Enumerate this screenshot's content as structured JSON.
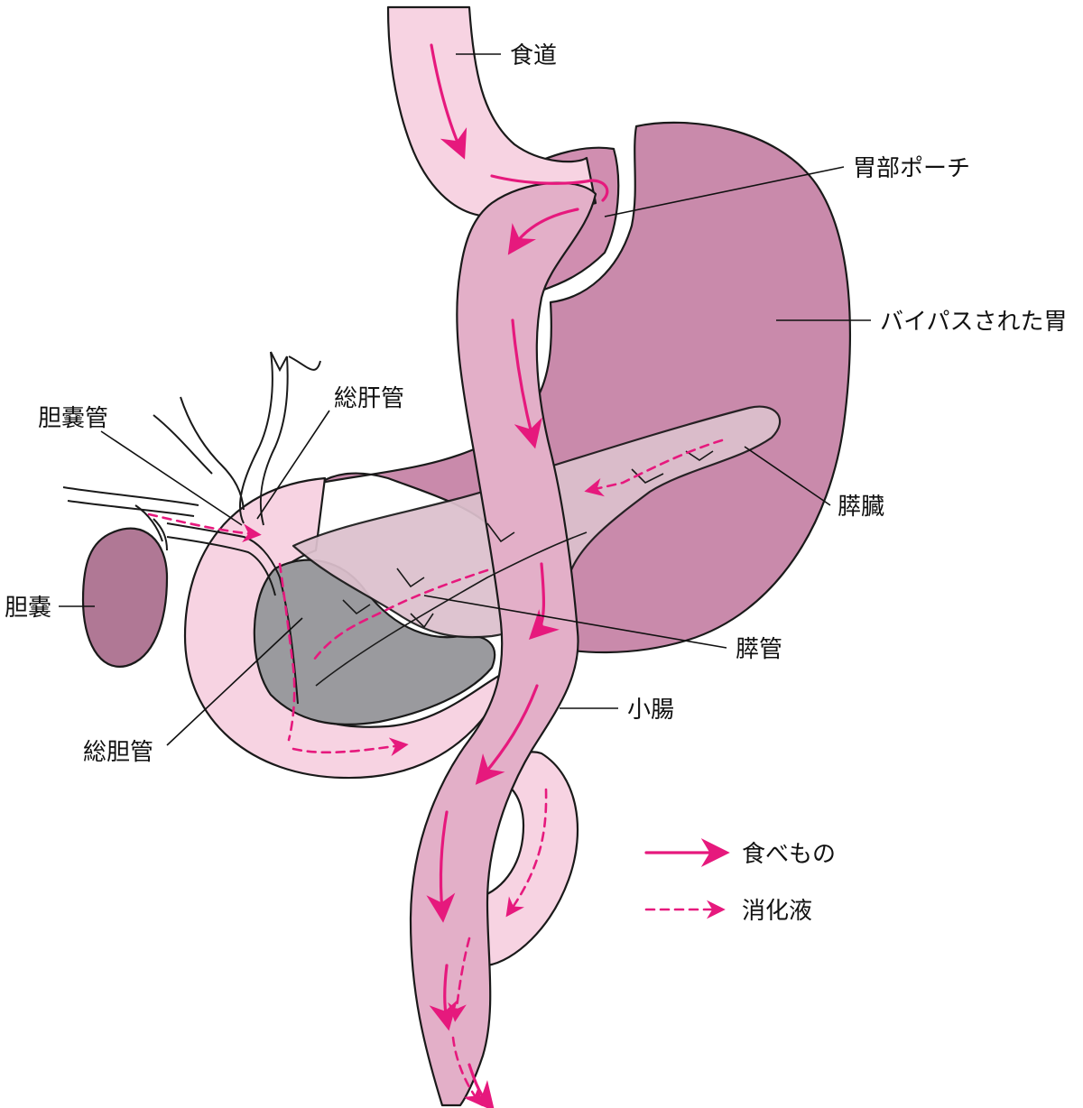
{
  "labels": {
    "esophagus": "食道",
    "gastric_pouch": "胃部ポーチ",
    "bypassed_stomach": "バイパスされた胃",
    "common_hepatic_duct": "総肝管",
    "cystic_duct": "胆嚢管",
    "pancreas": "膵臓",
    "gallbladder": "胆嚢",
    "pancreatic_duct": "膵管",
    "small_intestine": "小腸",
    "common_bile_duct": "総胆管"
  },
  "legend": {
    "food": "食べもの",
    "digestive_juice": "消化液"
  },
  "colors": {
    "food_arrow": "#e6197d",
    "stomach": "#c98aab",
    "intestine": "#e3afc8",
    "pale_loop": "#f7d3e2",
    "gallbladder": "#b07895",
    "duodenum_shadow": "#9a9a9e",
    "pancreas": "#dcc0cd"
  }
}
